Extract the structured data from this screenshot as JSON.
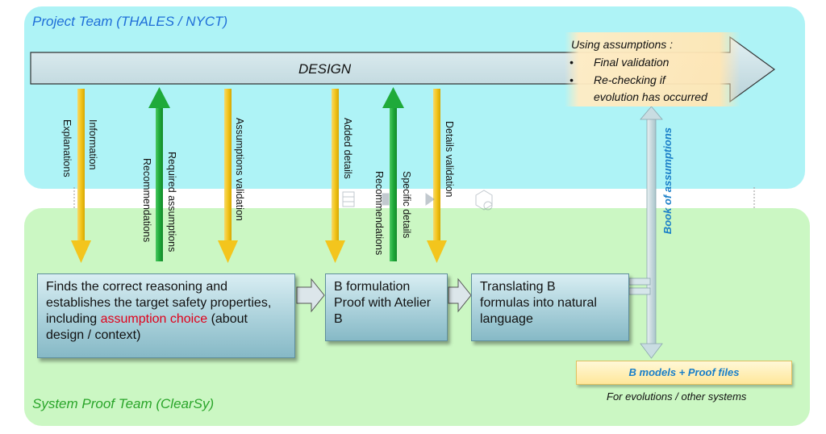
{
  "zones": {
    "project_team": "Project Team (THALES / NYCT)",
    "proof_team": "System Proof Team (ClearSy)"
  },
  "design": {
    "label": "DESIGN",
    "assumptions_title": "Using assumptions :",
    "assumptions_items": [
      "Final validation",
      "Re-checking if",
      "evolution has occurred"
    ]
  },
  "arrow_labels": {
    "explanations": "Explanations",
    "information": "Information",
    "recommendations_1": "Recommendations",
    "required_assumptions": "Required assumptions",
    "assumptions_validation": "Assumptions validation",
    "added_details": "Added details",
    "recommendations_2": "Recommendations",
    "specific_details": "Specific details",
    "details_validation": "Details validation"
  },
  "boxes": {
    "reasoning_1": "Finds the correct reasoning and establishes the target safety properties, including ",
    "reasoning_red": "assumption choice",
    "reasoning_2": " (about design / context)",
    "b_formulation": "B formulation Proof with Atelier B",
    "translating": "Translating B formulas into natural language"
  },
  "book": {
    "label": "Book of assumptions",
    "models": "B models + Proof files",
    "models_sub": "For evolutions / other systems"
  },
  "colors": {
    "project_bg": "#aef3f6",
    "proof_bg": "#cbf7c3",
    "project_title": "#1e6ed8",
    "proof_title": "#2aa52a",
    "yellow_arrow": "#f3c51d",
    "green_arrow": "#1faa3a",
    "book_blue": "#1a7fc8"
  }
}
